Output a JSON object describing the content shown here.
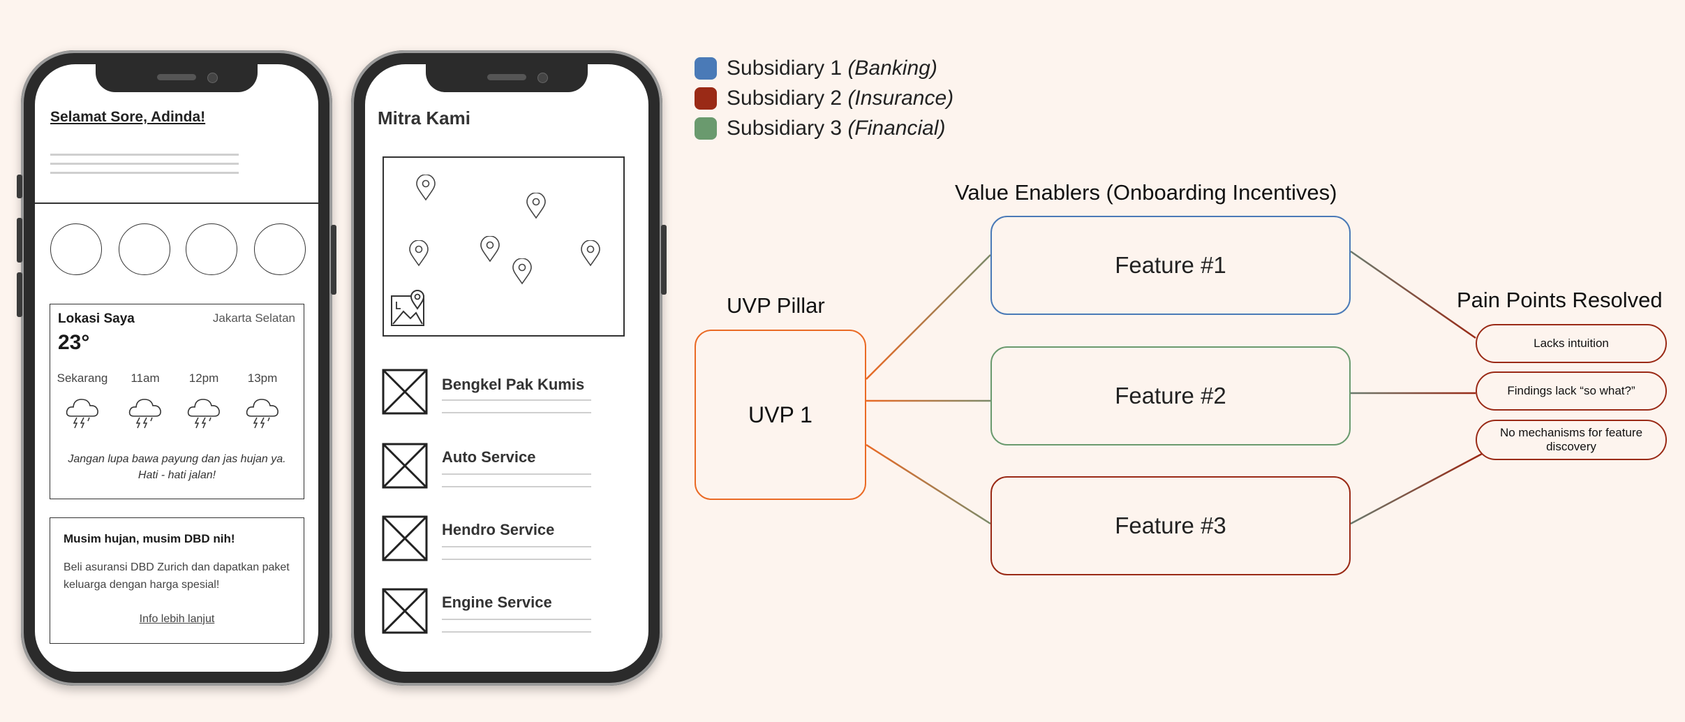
{
  "phone1": {
    "greeting": "Selamat Sore, Adinda!",
    "weather": {
      "location_label": "Lokasi Saya",
      "city": "Jakarta Selatan",
      "temperature": "23°",
      "hours": [
        "Sekarang",
        "11am",
        "12pm",
        "13pm"
      ],
      "note": "Jangan lupa bawa payung dan jas hujan ya. Hati - hati jalan!"
    },
    "promo": {
      "title": "Musim hujan, musim DBD nih!",
      "body": "Beli asuransi DBD Zurich dan dapatkan paket keluarga dengan harga spesial!",
      "link": "Info lebih lanjut"
    }
  },
  "phone2": {
    "title": "Mitra Kami",
    "services": [
      "Bengkel Pak Kumis",
      "Auto Service",
      "Hendro Service",
      "Engine Service"
    ]
  },
  "legend": [
    {
      "label": "Subsidiary 1",
      "sub": "(Banking)",
      "color": "#4a7ab7"
    },
    {
      "label": "Subsidiary 2",
      "sub": "(Insurance)",
      "color": "#9a2a16"
    },
    {
      "label": "Subsidiary 3",
      "sub": "(Financial)",
      "color": "#6a9a6e"
    }
  ],
  "diagram": {
    "uvp_heading": "UVP Pillar",
    "uvp_label": "UVP 1",
    "enablers_heading": "Value Enablers (Onboarding Incentives)",
    "features": [
      {
        "label": "Feature #1",
        "color": "#4a7ab7"
      },
      {
        "label": "Feature #2",
        "color": "#6a9a6e"
      },
      {
        "label": "Feature #3",
        "color": "#9a2a16"
      }
    ],
    "pain_heading": "Pain Points Resolved",
    "pain_points": [
      "Lacks intuition",
      "Findings lack “so what?”",
      "No mechanisms for feature discovery"
    ],
    "colors": {
      "uvp": "#ea6a25",
      "pain": "#9a2a16"
    }
  }
}
